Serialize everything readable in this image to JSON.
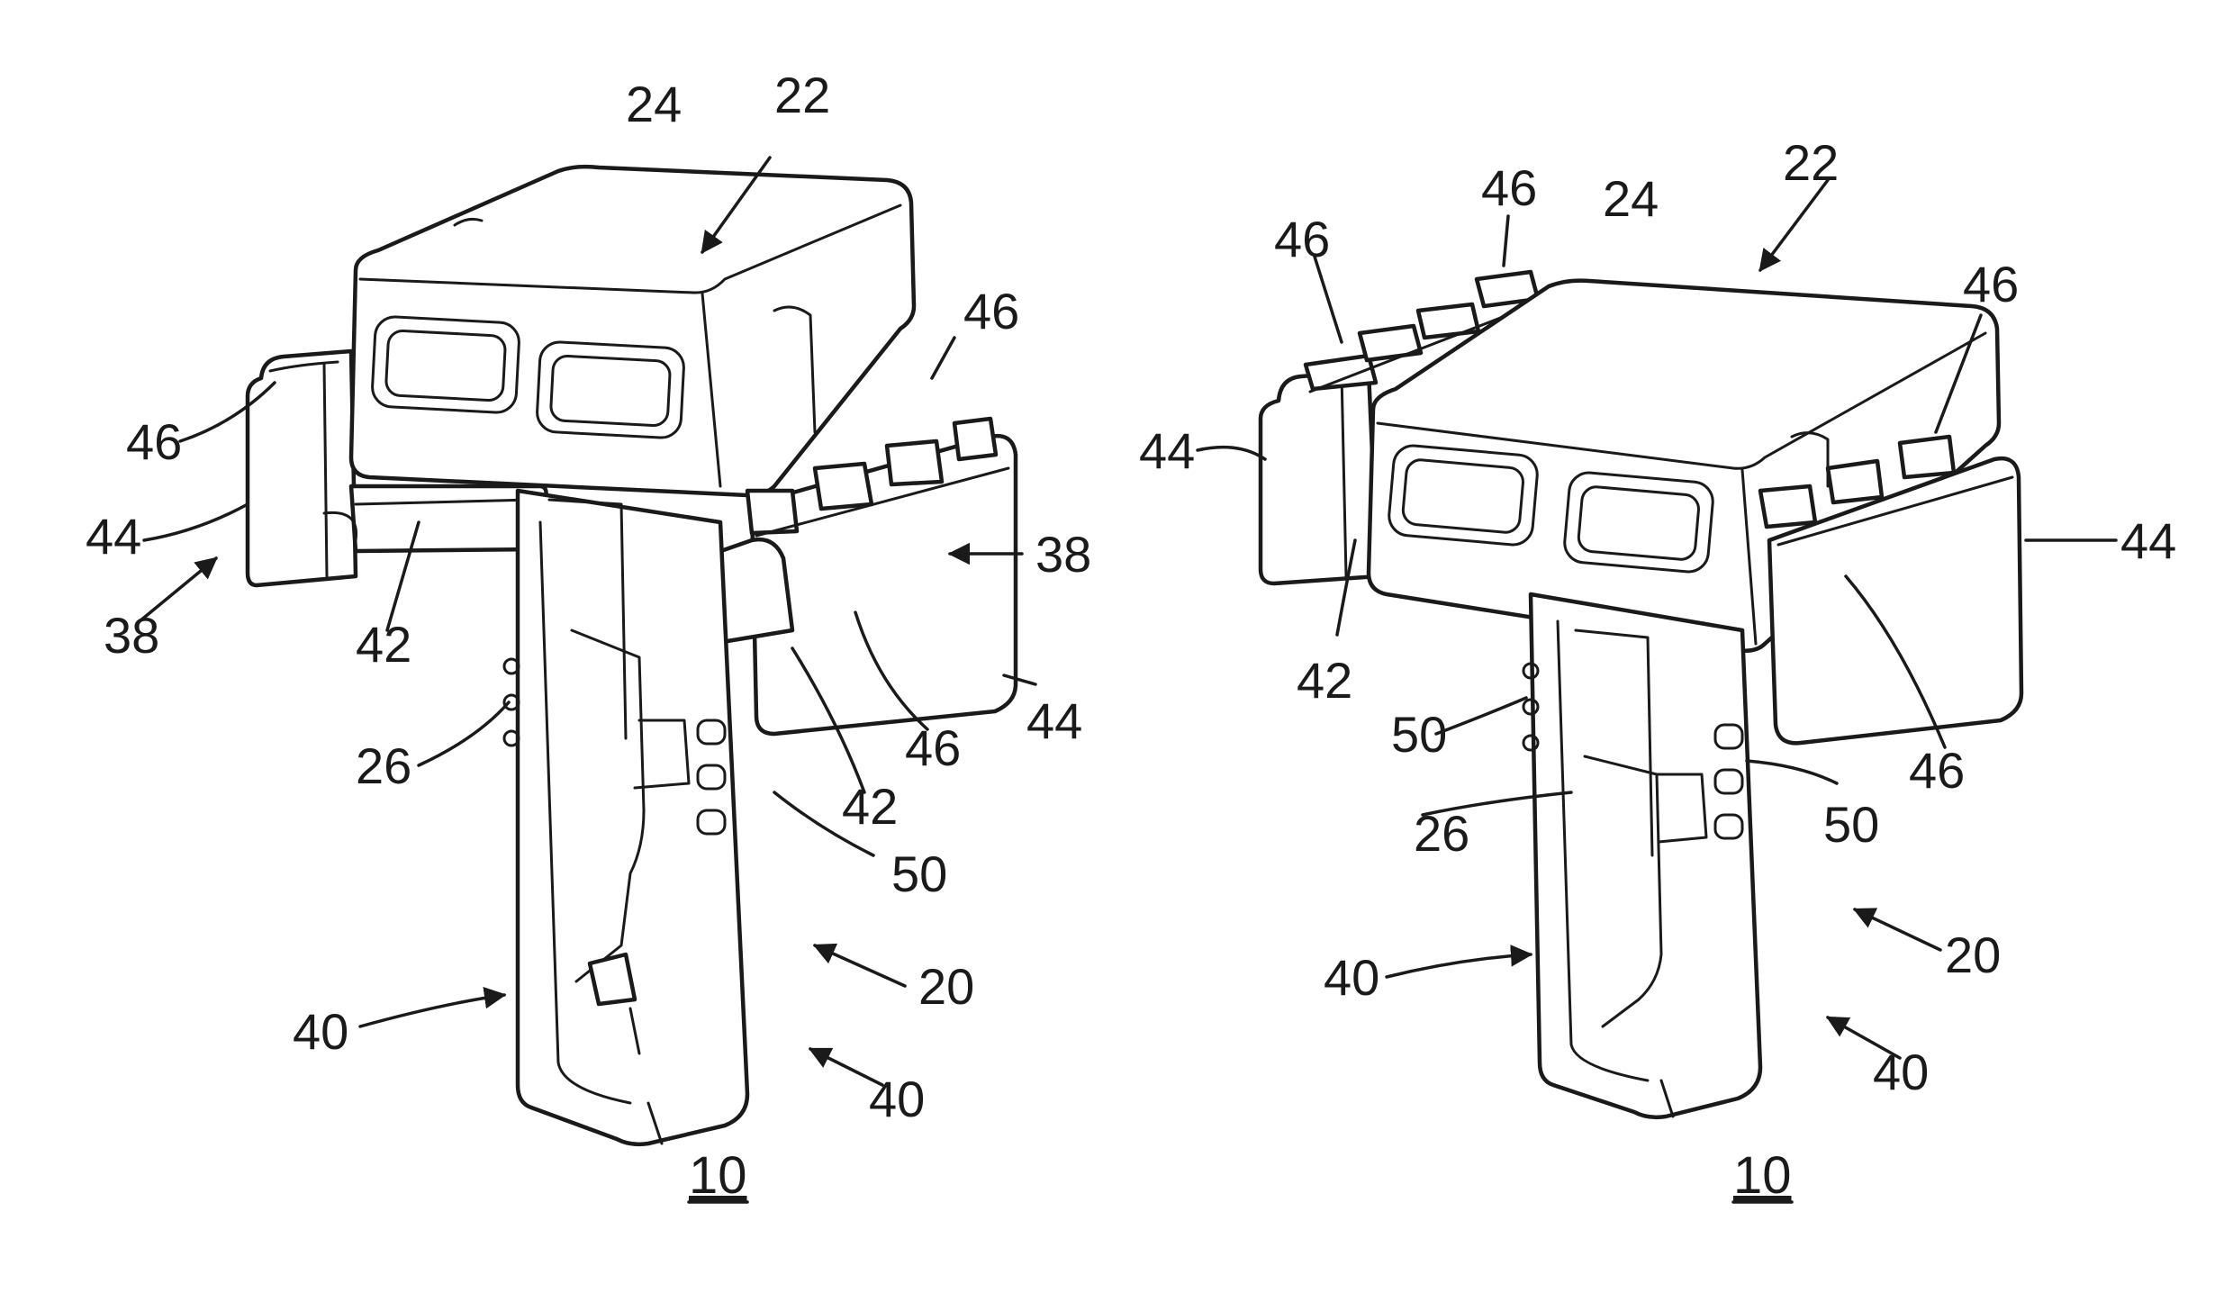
{
  "figures": [
    {
      "id": "left",
      "figure_number": "10",
      "labels": [
        "24",
        "22",
        "46",
        "46",
        "44",
        "38",
        "42",
        "38",
        "44",
        "46",
        "42",
        "26",
        "50",
        "20",
        "40",
        "40"
      ]
    },
    {
      "id": "right",
      "figure_number": "10",
      "labels": [
        "46",
        "46",
        "24",
        "22",
        "46",
        "44",
        "44",
        "42",
        "50",
        "26",
        "50",
        "46",
        "20",
        "40",
        "40"
      ]
    }
  ],
  "colors": {
    "ink": "#1a1a1a",
    "background": "#ffffff"
  }
}
